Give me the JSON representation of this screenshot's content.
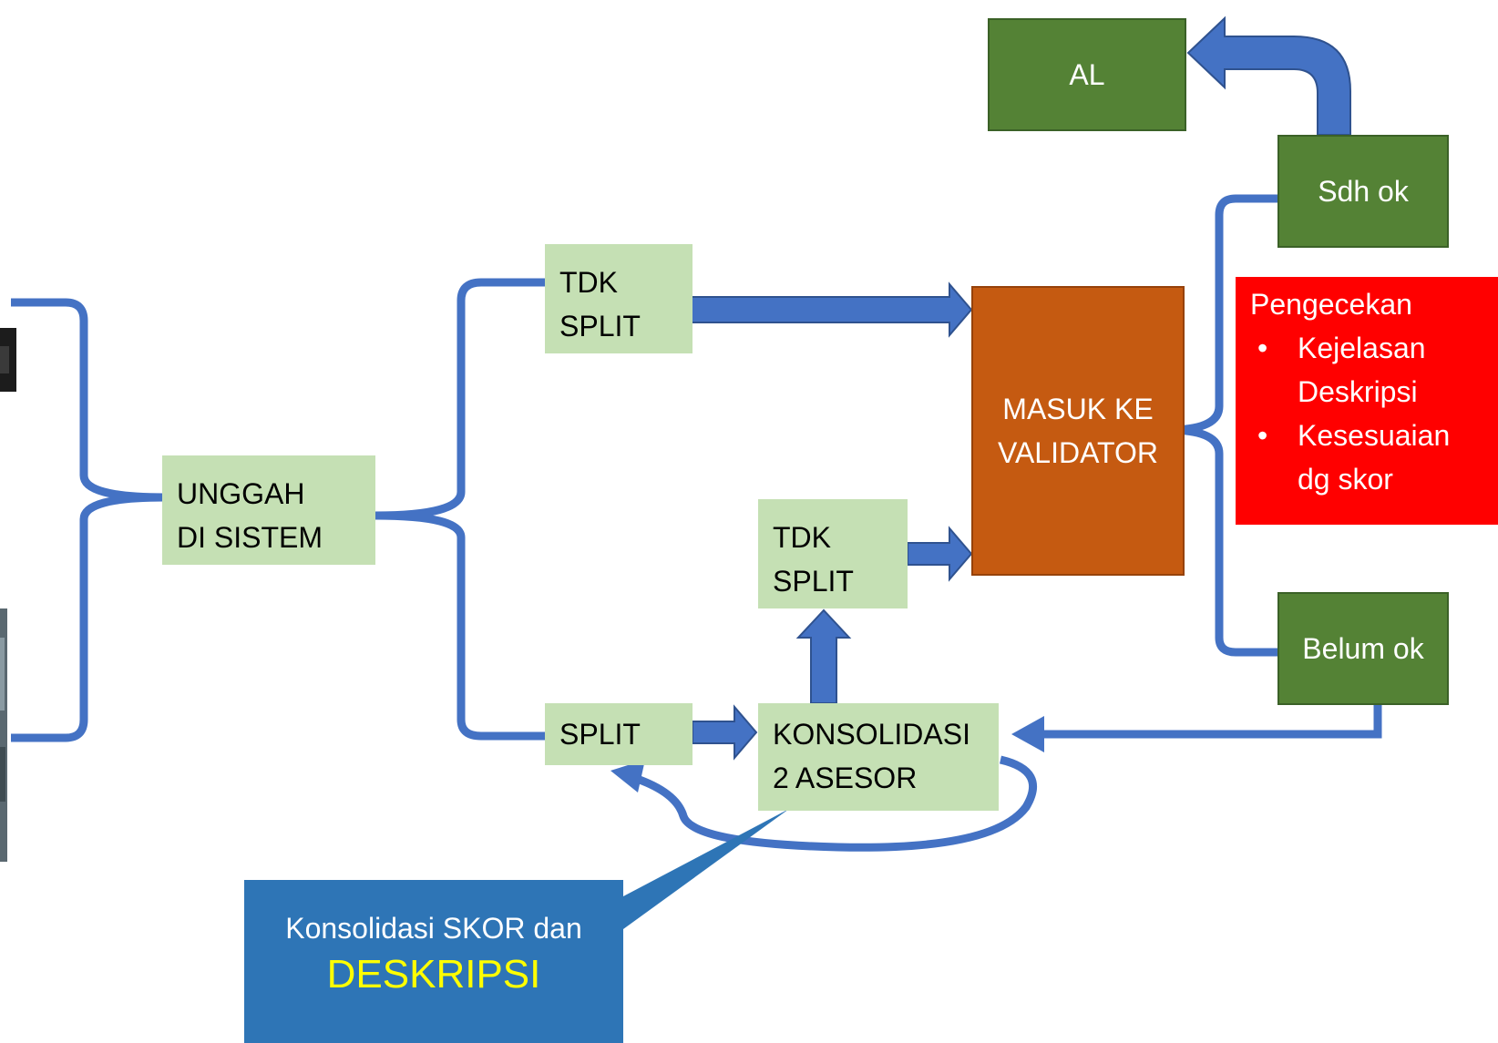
{
  "colors": {
    "light_green": "#c5e0b4",
    "dark_green": "#548235",
    "orange": "#c55a11",
    "red": "#ff0000",
    "connector_blue": "#4472c4",
    "callout_blue": "#2e75b6",
    "highlight_yellow": "#ffff00"
  },
  "nodes": {
    "unggah": {
      "line1": "UNGGAH",
      "line2": "DI SISTEM"
    },
    "tdk_split_top": {
      "line1": "TDK",
      "line2": "SPLIT"
    },
    "tdk_split_mid": {
      "line1": "TDK",
      "line2": "SPLIT"
    },
    "split": {
      "label": "SPLIT"
    },
    "konsolidasi": {
      "line1": "KONSOLIDASI",
      "line2": "2 ASESOR"
    },
    "validator": {
      "line1": "MASUK KE",
      "line2": "VALIDATOR"
    },
    "al": {
      "label": "AL"
    },
    "sdh_ok": {
      "label": "Sdh ok"
    },
    "belum_ok": {
      "label": "Belum ok"
    }
  },
  "pengecekan": {
    "title": "Pengecekan",
    "items": [
      {
        "line1": "Kejelasan",
        "line2": "Deskripsi"
      },
      {
        "line1": "Kesesuaian",
        "line2": "dg skor"
      }
    ]
  },
  "callout": {
    "line1": "Konsolidasi SKOR dan",
    "line2": "DESKRIPSI"
  }
}
